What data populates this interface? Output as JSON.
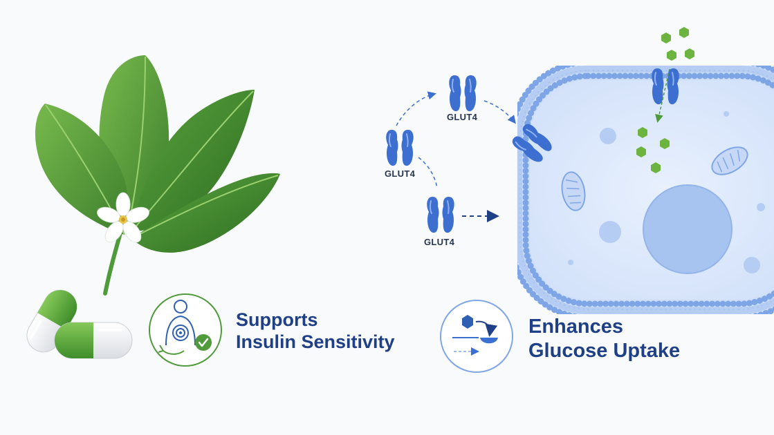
{
  "glut_labels": [
    "GLUT4",
    "GLUT4",
    "GLUT4"
  ],
  "benefits": {
    "left": {
      "line1": "Supports",
      "line2": "Insulin Sensitivity",
      "icon": "body-target-check-icon"
    },
    "right": {
      "line1": "Enhances",
      "line2": "Glucose Uptake",
      "icon": "glucose-uptake-icon"
    }
  },
  "colors": {
    "heading": "#1f3f86",
    "leaf": "#4f9a3a",
    "capsule_green": "#5fae3c",
    "glut": "#3c6fd0",
    "cell_fill": "#dfeafc",
    "glucose": "#6cb43f"
  }
}
